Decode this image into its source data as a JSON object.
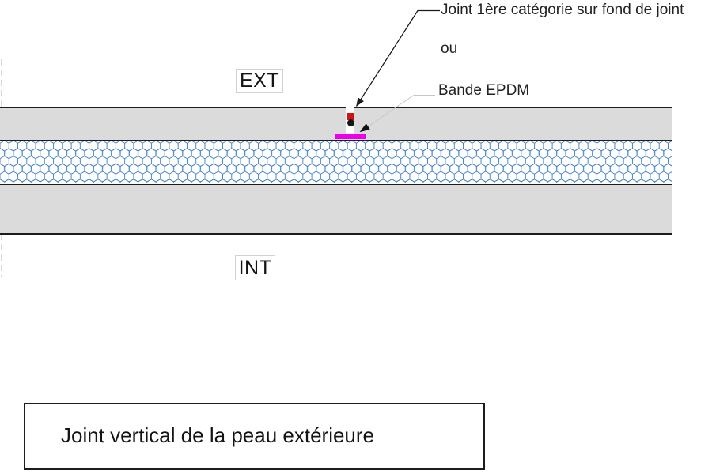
{
  "labels": {
    "ext": "EXT",
    "int": "INT"
  },
  "annotations": {
    "joint_line": "Joint 1ère catégorie sur fond de joint",
    "or_word": "ou",
    "epdm_line": "Bande EPDM"
  },
  "title_block": {
    "title": "Joint vertical de la peau extérieure"
  },
  "colors": {
    "panel_gray": "#dbdbdb",
    "hatch_blue": "#3b7cc4",
    "epdm_magenta": "#ec00ec",
    "sealant_red": "#d31111",
    "backer_black": "#161616",
    "outline_black": "#1c1c1c",
    "leader_black": "#1a1a1a",
    "leader_gray": "#c6c6c6",
    "axis_dash_gray": "#d9d9d9",
    "label_border_gray": "#d2d2d2",
    "background": "#ffffff"
  }
}
